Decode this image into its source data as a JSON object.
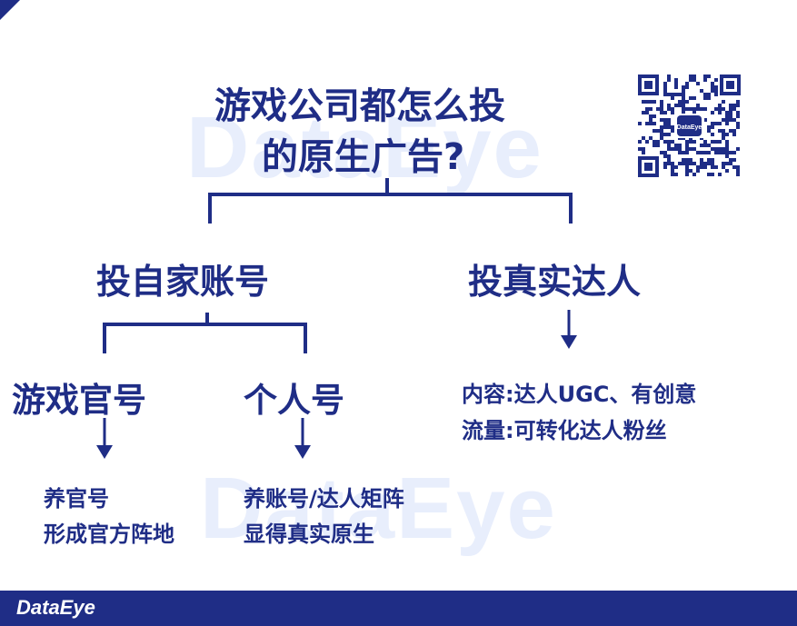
{
  "title": {
    "line1": "游戏公司都怎么投",
    "line2": "的原生广告?"
  },
  "level1": {
    "left": "投自家账号",
    "right": "投真实达人"
  },
  "level2": {
    "left": "游戏官号",
    "right": "个人号"
  },
  "notes": {
    "official_line1": "养官号",
    "official_line2": "形成官方阵地",
    "personal_line1": "养账号/达人矩阵",
    "personal_line2": "显得真实原生",
    "creator_line1": "内容:达人UGC、有创意",
    "creator_line2": "流量:可转化达人粉丝"
  },
  "brand": {
    "footer_logo": "DataEye",
    "qr_logo": "DataEye",
    "watermark": "DataEye"
  },
  "colors": {
    "primary": "#1f2d86",
    "watermark": "#e8eefc",
    "background": "#ffffff"
  }
}
